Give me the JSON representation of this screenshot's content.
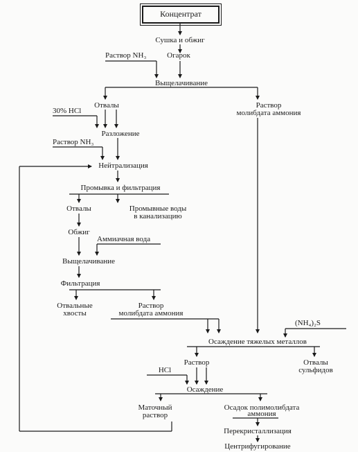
{
  "nodes": {
    "concentrate": "Концентрат",
    "drying_roasting": "Сушка и обжиг",
    "ammonia_solution_1": "Раствор NH₃",
    "cinder": "Огарок",
    "leaching_1": "Выщелачивание",
    "dumps_1": "Отвалы",
    "ammonium_molybdate_solution_1_line1": "Раствор",
    "ammonium_molybdate_solution_1_line2": "молибдата аммония",
    "hcl_30": "30% HCl",
    "decomposition": "Разложение",
    "ammonia_solution_2": "Раствор NH₃",
    "neutralization": "Нейтрализация",
    "washing_filtration": "Промывка и фильтрация",
    "dumps_2": "Отвалы",
    "wash_water_line1": "Промывные воды",
    "wash_water_line2": "в канализацию",
    "roasting": "Обжиг",
    "ammonia_water": "Аммиачная вода",
    "leaching_2": "Выщелачивание",
    "filtration": "Фильтрация",
    "tailings_line1": "Отвальные",
    "tailings_line2": "хвосты",
    "ammonium_molybdate_solution_2_line1": "Раствор",
    "ammonium_molybdate_solution_2_line2": "молибдата аммония",
    "ammonium_sulfide": "(NH₄)₂S",
    "heavy_metal_precipitation": "Осаждение тяжелых металлов",
    "solution": "Раствор",
    "sulfide_dumps_line1": "Отвалы",
    "sulfide_dumps_line2": "сульфидов",
    "hcl": "HCl",
    "precipitation": "Осаждение",
    "mother_liquor_line1": "Маточный",
    "mother_liquor_line2": "раствор",
    "polymolybdate_line1": "Осадок полимолибдата",
    "polymolybdate_line2": "аммония",
    "recrystallization": "Перекристаллизация",
    "centrifugation": "Центрифугирование"
  }
}
